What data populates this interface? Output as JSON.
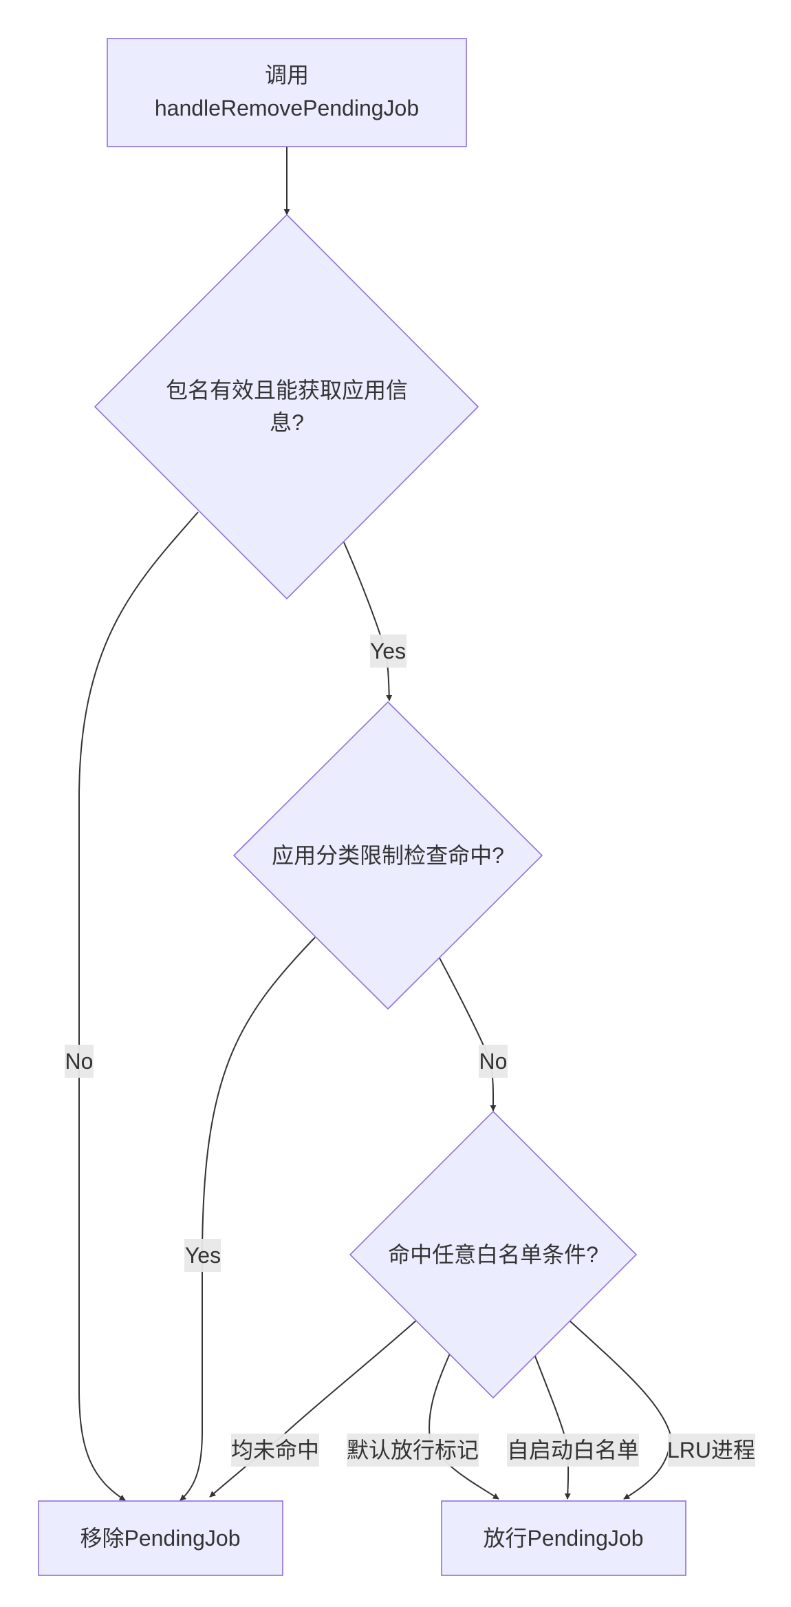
{
  "nodes": {
    "start": {
      "lines": [
        "调用",
        "handleRemovePendingJob"
      ]
    },
    "check_pkg": {
      "lines": [
        "包名有效且能获取应用信",
        "息?"
      ]
    },
    "check_category": {
      "lines": [
        "应用分类限制检查命中?"
      ]
    },
    "check_whitelist": {
      "lines": [
        "命中任意白名单条件?"
      ]
    },
    "remove": {
      "lines": [
        "移除PendingJob"
      ]
    },
    "allow": {
      "lines": [
        "放行PendingJob"
      ]
    }
  },
  "edges": {
    "pkg_no": "No",
    "pkg_yes": "Yes",
    "cat_yes": "Yes",
    "cat_no": "No",
    "wl_none": "均未命中",
    "wl_default": "默认放行标记",
    "wl_autostart": "自启动白名单",
    "wl_lru": "LRU进程"
  },
  "colors": {
    "node_fill": "#ececff",
    "node_stroke": "#9370db",
    "edge": "#333333",
    "label_bg": "#e8e8e8",
    "text": "#333333"
  }
}
